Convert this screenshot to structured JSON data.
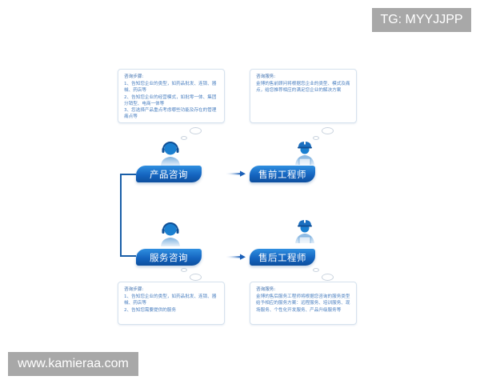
{
  "watermarks": {
    "top_right": "TG: MYYJJPP",
    "bottom_left": "www.kamieraa.com"
  },
  "colors": {
    "pill_blue": "#1565c0",
    "pill_blue_light": "#2f8fe0",
    "note_text": "#4a7fc0",
    "note_border": "#d6e2ee",
    "bracket": "#1a5fa8",
    "watermark_bg": "#a8a8a8"
  },
  "diagram": {
    "nodes": {
      "product_consult": {
        "label": "产品咨询",
        "icon": "customer-service-headset-icon"
      },
      "presales_engineer": {
        "label": "售前工程师",
        "icon": "engineer-hardhat-icon"
      },
      "service_consult": {
        "label": "服务咨询",
        "icon": "customer-service-headset-icon"
      },
      "aftersales_engineer": {
        "label": "售后工程师",
        "icon": "engineer-hardhat-icon"
      }
    },
    "notes": {
      "top_left": {
        "title": "咨询步骤:",
        "lines": [
          "1、告知您企业的类型，如药品批发、连锁、器械、药店等",
          "2、告知您企业的经营模式，如批零一体、集团分销型、电商一体等",
          "3、您选择产品重点考虑哪些功能及存在的管理痛点等"
        ]
      },
      "top_right": {
        "title": "咨询服务:",
        "lines": [
          "金博的售前顾问将根据您企业的类型、模式及痛点，给您推荐相应的满足您企业的解决方案"
        ]
      },
      "bottom_left": {
        "title": "咨询步骤:",
        "lines": [
          "1、告知您企业的类型，如药品批发、连锁、器械、药店等",
          "2、告知您需要提供的服务"
        ]
      },
      "bottom_right": {
        "title": "咨询服务:",
        "lines": [
          "金博的售后服务工程师将根据您咨询的服务类型给予相应的服务方案：远程服务、培训服务、现场服务、个性化开发服务、产品升级服务等"
        ]
      }
    },
    "edges": [
      {
        "from": "product_consult",
        "to": "presales_engineer",
        "type": "arrow"
      },
      {
        "from": "service_consult",
        "to": "aftersales_engineer",
        "type": "arrow"
      },
      {
        "from": "product_consult",
        "to": "service_consult",
        "type": "bracket"
      }
    ]
  }
}
